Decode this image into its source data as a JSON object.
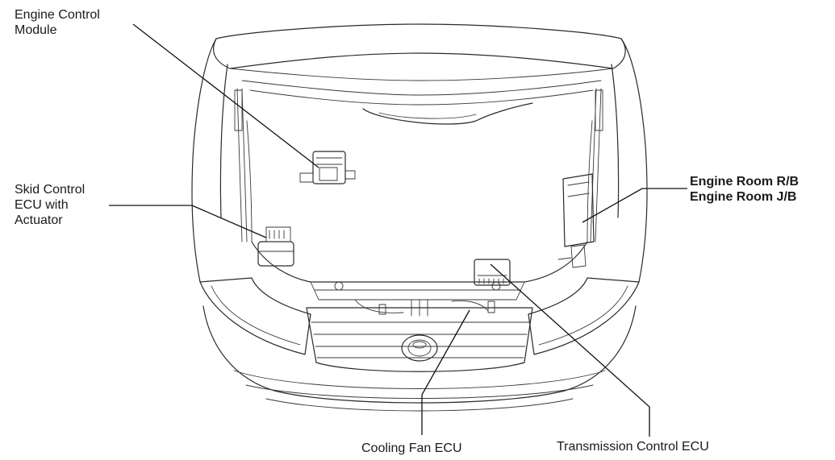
{
  "labels": {
    "ecm_line1": "Engine Control",
    "ecm_line2": "Module",
    "skid_line1": "Skid Control",
    "skid_line2": "ECU with",
    "skid_line3": "Actuator",
    "rb_line1": "Engine Room R/B",
    "rb_line2": "Engine Room J/B",
    "cooling_fan": "Cooling Fan ECU",
    "transmission": "Transmission Control ECU"
  },
  "colors": {
    "background": "#ffffff",
    "line": "#2a2a2a",
    "text": "#1a1a1a"
  }
}
